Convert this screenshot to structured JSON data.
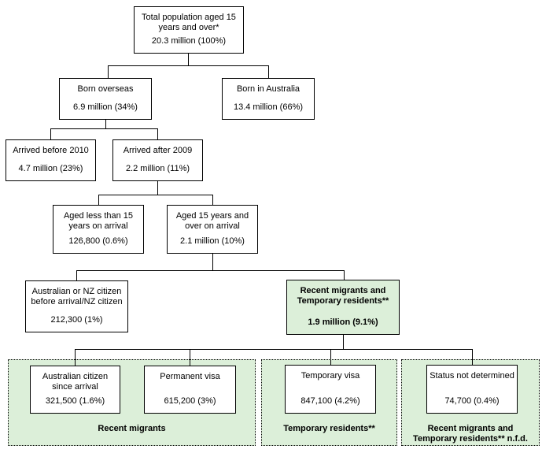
{
  "colors": {
    "highlight_green": "#dcefd9",
    "line_black": "#000000",
    "box_background": "#ffffff"
  },
  "nodes": [
    {
      "id": "total-population",
      "label": "Total population aged 15 years and over*",
      "value": "20.3 million  (100%)"
    },
    {
      "id": "born-overseas",
      "label": "Born overseas",
      "value": "6.9 million  (34%)"
    },
    {
      "id": "born-in-australia",
      "label": "Born in Australia",
      "value": "13.4 million (66%)"
    },
    {
      "id": "arrived-before-2010",
      "label": "Arrived before 2010",
      "value": "4.7 million (23%)"
    },
    {
      "id": "arrived-after-2009",
      "label": "Arrived after 2009",
      "value": "2.2 million (11%)"
    },
    {
      "id": "aged-less-than-15",
      "label": "Aged less than 15 years on arrival",
      "value": "126,800 (0.6%)"
    },
    {
      "id": "aged-15-and-over",
      "label": "Aged 15 years and over on arrival",
      "value": "2.1 million (10%)"
    },
    {
      "id": "australian-nz-citizen",
      "label": "Australian or NZ citizen before arrival/NZ citizen",
      "value": "212,300 (1%)"
    },
    {
      "id": "recent-migrants-temporary-residents",
      "label": "Recent migrants and Temporary residents**",
      "value": "1.9 million (9.1%)"
    },
    {
      "id": "australian-citizen-since-arrival",
      "label": "Australian citizen since arrival",
      "value": "321,500 (1.6%)"
    },
    {
      "id": "permanent-visa",
      "label": "Permanent visa",
      "value": "615,200 (3%)"
    },
    {
      "id": "temporary-visa",
      "label": "Temporary visa",
      "value": "847,100 (4.2%)"
    },
    {
      "id": "status-not-determined",
      "label": "Status not determined",
      "value": "74,700 (0.4%)"
    }
  ],
  "groups": [
    {
      "id": "recent-migrants",
      "caption1": "Recent migrants",
      "caption2": ""
    },
    {
      "id": "temporary-residents",
      "caption1": "Temporary residents**",
      "caption2": ""
    },
    {
      "id": "recent-migrants-nfd",
      "caption1": "Recent migrants and",
      "caption2": "Temporary residents** n.f.d."
    }
  ]
}
